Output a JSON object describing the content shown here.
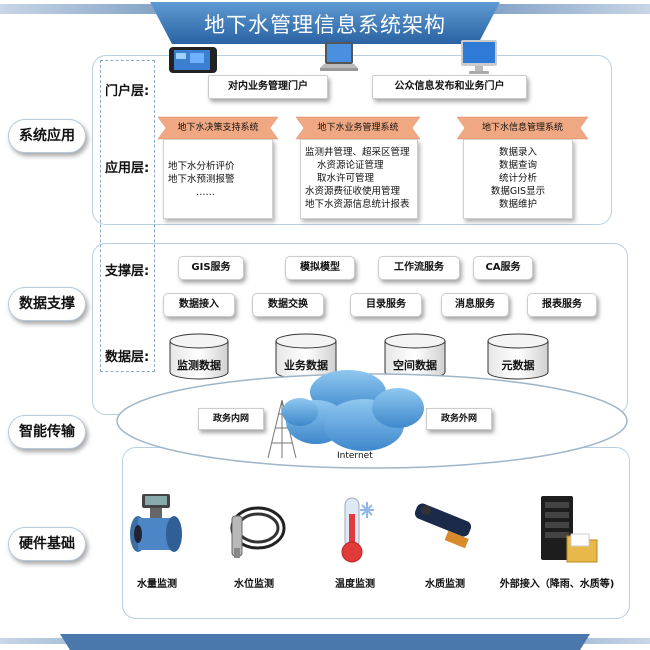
{
  "title": "地下水管理信息系统架构",
  "side_labels": [
    "系统应用",
    "数据支撑",
    "智能传输",
    "硬件基础"
  ],
  "layers": {
    "portal": "门户层:",
    "application": "应用层:",
    "support": "支撑层:",
    "data": "数据层:"
  },
  "portals": [
    "对内业务管理门户",
    "公众信息发布和业务门户"
  ],
  "modules": [
    {
      "name": "地下水决策支持系统",
      "items": [
        "地下水分析评价",
        "地下水预测报警",
        "……"
      ]
    },
    {
      "name": "地下水业务管理系统",
      "items": [
        "监测井管理、超采区管理",
        "水资源论证管理",
        "取水许可管理",
        "水资源费征收使用管理",
        "地下水资源信息统计报表"
      ]
    },
    {
      "name": "地下水信息管理系统",
      "items": [
        "数据录入",
        "数据查询",
        "统计分析",
        "数据GIS显示",
        "数据维护"
      ]
    }
  ],
  "support_services_row1": [
    "GIS服务",
    "模拟模型",
    "工作流服务",
    "CA服务"
  ],
  "support_services_row2": [
    "数据接入",
    "数据交换",
    "目录服务",
    "消息服务",
    "报表服务"
  ],
  "data_stores": [
    "监测数据",
    "业务数据",
    "空间数据",
    "元数据"
  ],
  "network": {
    "intranet": "政务内网",
    "extranet": "政务外网",
    "cloud": "Internet"
  },
  "hardware": [
    "水量监测",
    "水位监测",
    "温度监测",
    "水质监测",
    "外部接入（降雨、水质等)"
  ],
  "colors": {
    "title": "#2f6fb0",
    "ribbon": "#f0a883",
    "panel_border": "#b8cfe0"
  }
}
